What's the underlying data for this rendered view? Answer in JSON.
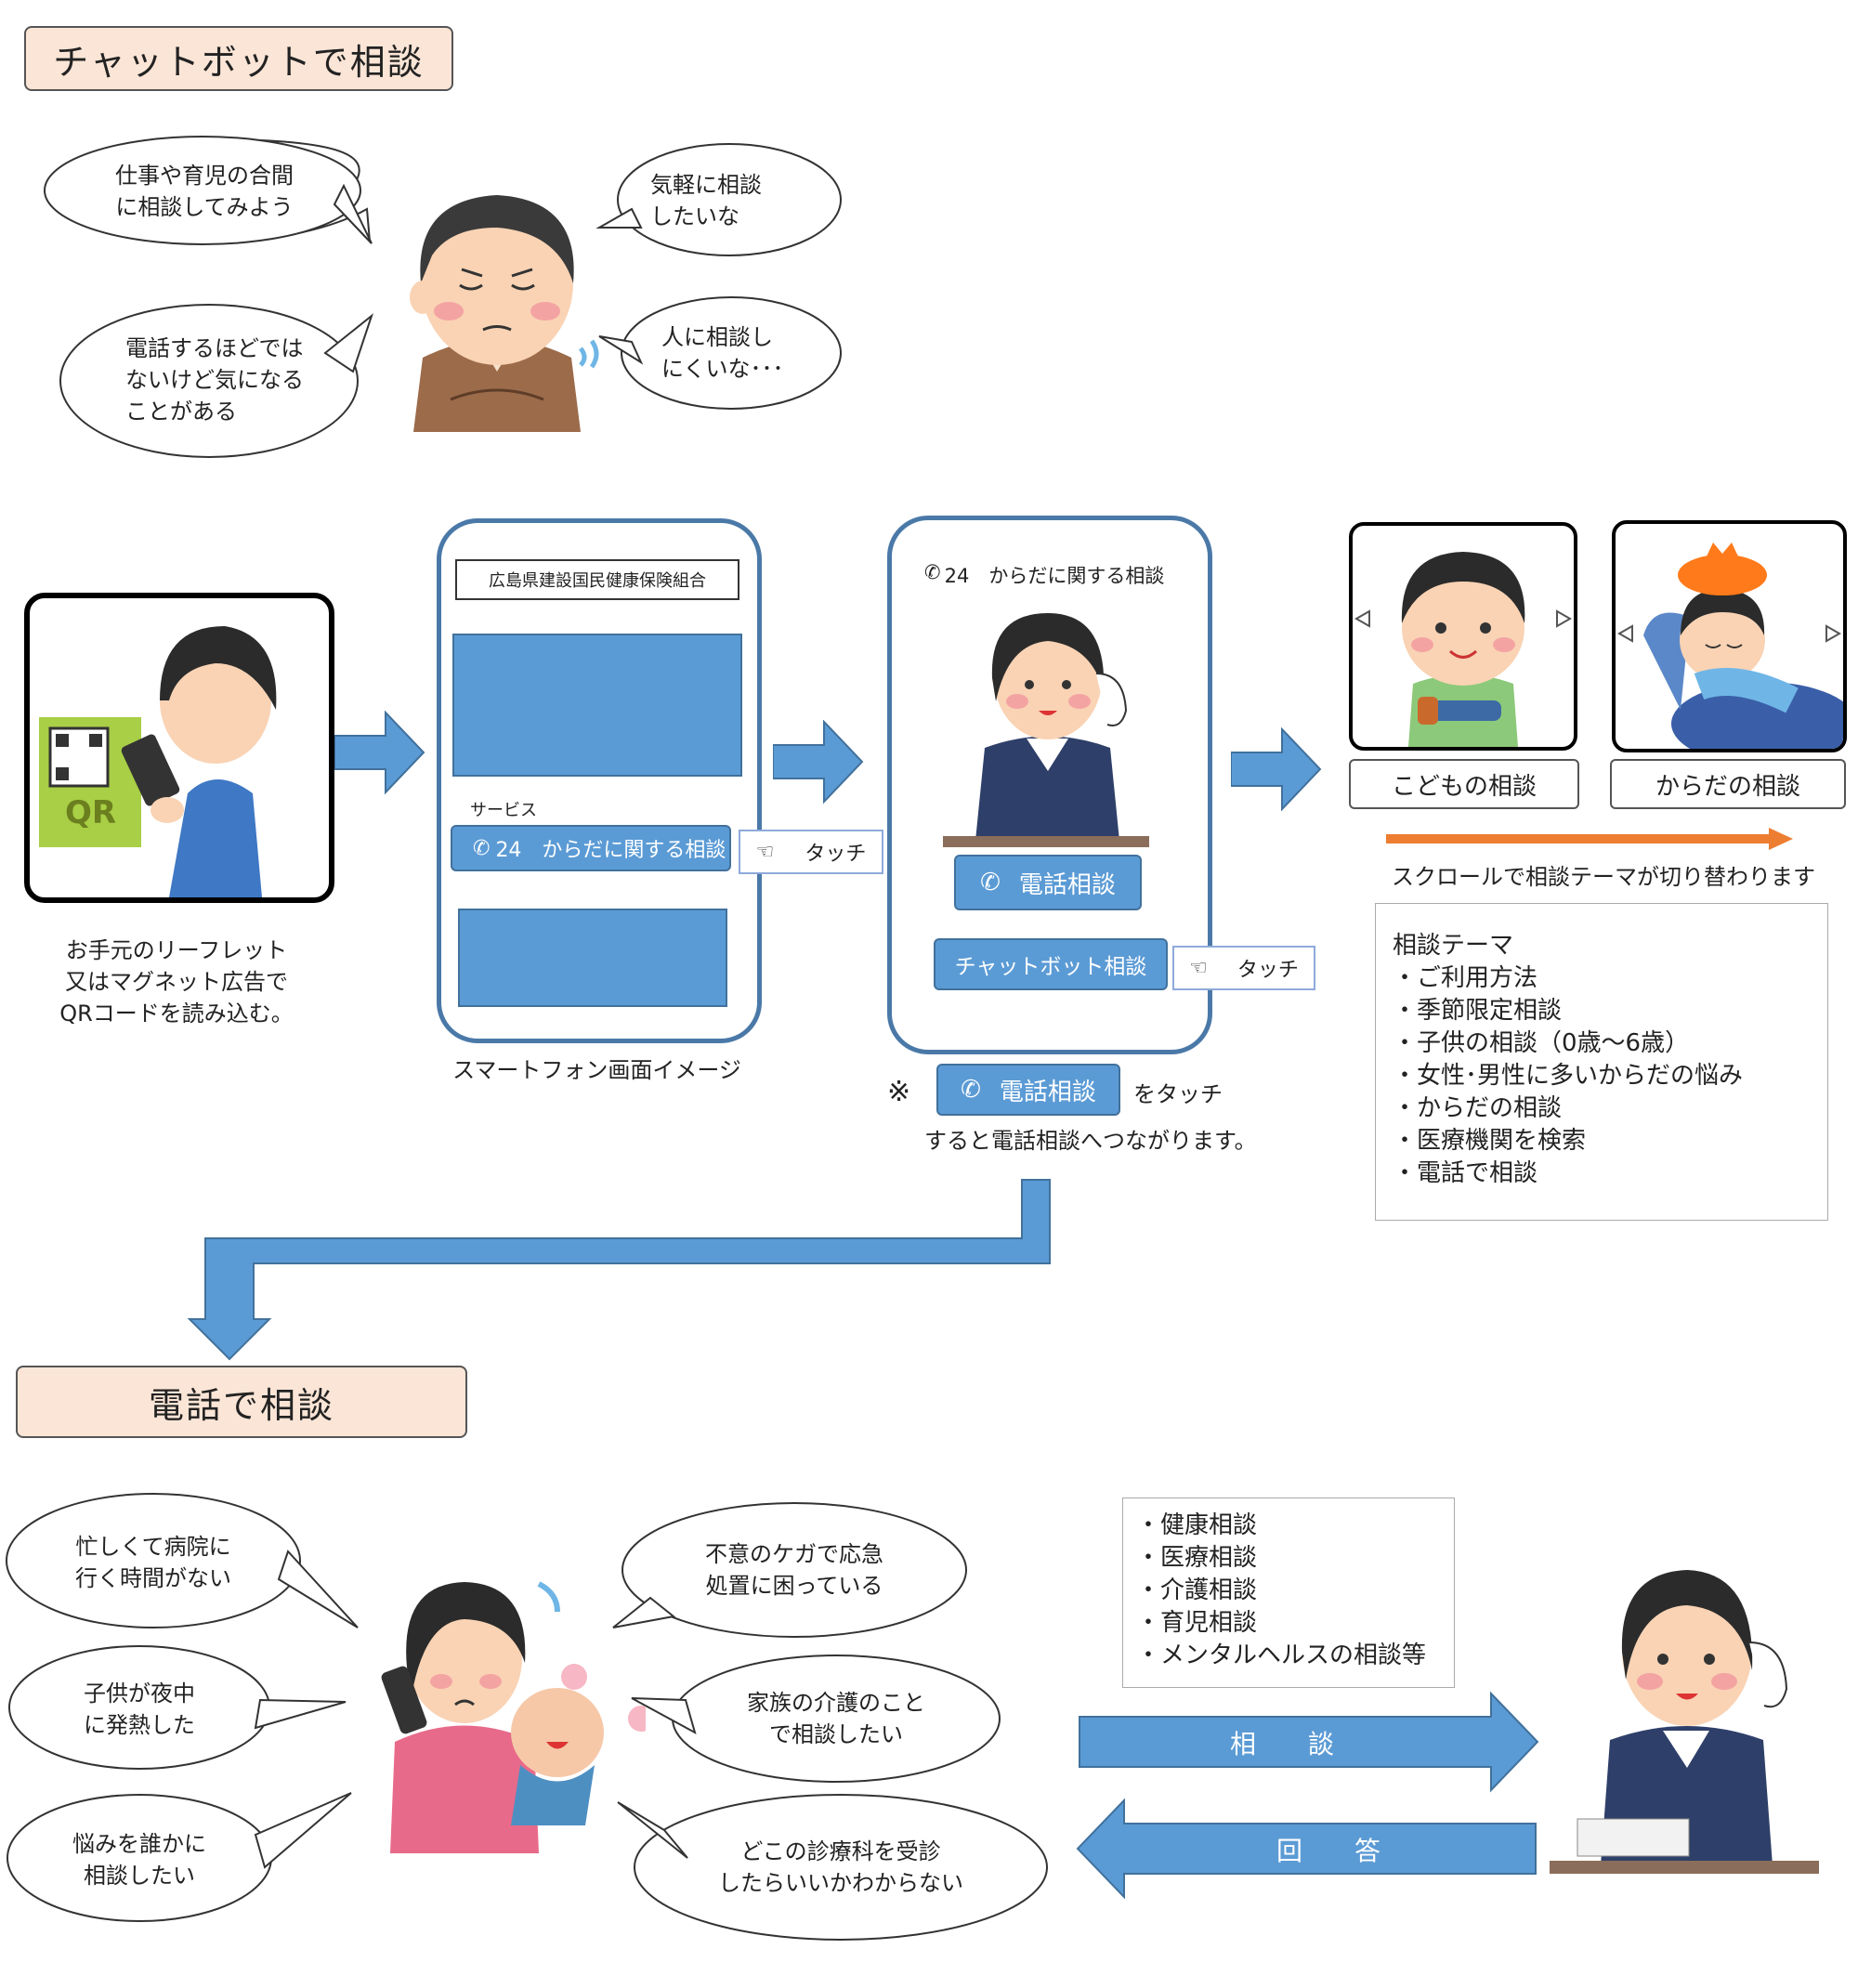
{
  "sections": {
    "chatbot_title": "チャットボットで相談",
    "phone_title": "電話で相談"
  },
  "chatbot_bubbles": [
    "仕事や育児の合間\nに相談してみよう",
    "電話するほどでは\nないけど気になる\nことがある",
    "気軽に相談\nしたいな",
    "人に相談し\nにくいな･･･"
  ],
  "qr": {
    "label": "QR",
    "caption": "お手元のリーフレット\n又はマグネット広告で\nQRコードを読み込む。"
  },
  "phone1": {
    "header": "広島県建設国民健康保険組合",
    "service_label": "サービス",
    "service_button": "24　からだに関する相談",
    "touch_label": "タッチ",
    "caption": "スマートフォン画面イメージ"
  },
  "phone2": {
    "header": "24　からだに関する相談",
    "call_button": "電話相談",
    "chat_button": "チャットボット相談",
    "touch_label": "タッチ"
  },
  "note": {
    "mark": "※",
    "button": "電話相談",
    "suffix": "をタッチ",
    "line2": "すると電話相談へつながります。"
  },
  "topics": {
    "card1_label": "こどもの相談",
    "card2_label": "からだの相談",
    "scroll_text": "スクロールで相談テーマが切り替わります",
    "list_title": "相談テーマ",
    "list": [
      "・ご利用方法",
      "・季節限定相談",
      "・子供の相談（0歳～6歳）",
      "・女性･男性に多いからだの悩み",
      "・からだの相談",
      "・医療機関を検索",
      "・電話で相談"
    ]
  },
  "phone_bubbles": [
    "忙しくて病院に\n行く時間がない",
    "子供が夜中\nに発熱した",
    "悩みを誰かに\n相談したい",
    "不意のケガで応急\n処置に困っている",
    "家族の介護のこと\nで相談したい",
    "どこの診療科を受診\nしたらいいかわからない"
  ],
  "phone_services": [
    "・健康相談",
    "・医療相談",
    "・介護相談",
    "・育児相談",
    "・メンタルヘルスの相談等"
  ],
  "flow": {
    "consult": "相　　談",
    "answer": "回　　答"
  },
  "colors": {
    "accent_blue": "#5b9bd5",
    "title_bg": "#fbe5d6",
    "orange": "#ed7d31"
  }
}
